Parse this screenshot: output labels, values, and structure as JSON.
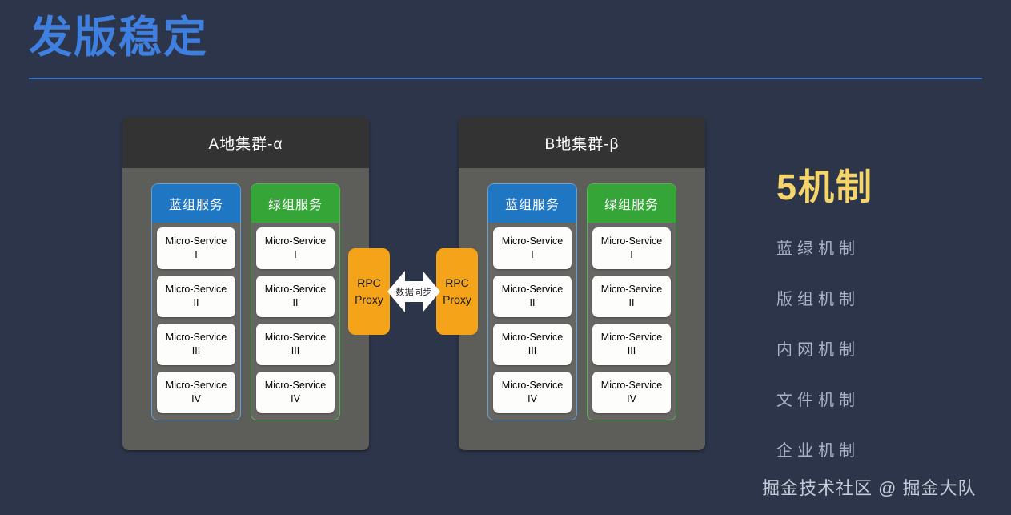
{
  "slide": {
    "title": "发版稳定",
    "title_color": "#3f7fe0",
    "background_color": "#2c3549",
    "footer_credit": "掘金技术社区 @ 掘金大队"
  },
  "clusters": [
    {
      "id": "cluster-a",
      "name": "A地集群-α",
      "groups": [
        {
          "name": "蓝组服务",
          "color": "#1f77c4",
          "services": [
            {
              "name": "Micro-Service",
              "index": "I"
            },
            {
              "name": "Micro-Service",
              "index": "II"
            },
            {
              "name": "Micro-Service",
              "index": "III"
            },
            {
              "name": "Micro-Service",
              "index": "IV"
            }
          ]
        },
        {
          "name": "绿组服务",
          "color": "#35a537",
          "services": [
            {
              "name": "Micro-Service",
              "index": "I"
            },
            {
              "name": "Micro-Service",
              "index": "II"
            },
            {
              "name": "Micro-Service",
              "index": "III"
            },
            {
              "name": "Micro-Service",
              "index": "IV"
            }
          ]
        }
      ]
    },
    {
      "id": "cluster-b",
      "name": "B地集群-β",
      "groups": [
        {
          "name": "蓝组服务",
          "color": "#1f77c4",
          "services": [
            {
              "name": "Micro-Service",
              "index": "I"
            },
            {
              "name": "Micro-Service",
              "index": "II"
            },
            {
              "name": "Micro-Service",
              "index": "III"
            },
            {
              "name": "Micro-Service",
              "index": "IV"
            }
          ]
        },
        {
          "name": "绿组服务",
          "color": "#35a537",
          "services": [
            {
              "name": "Micro-Service",
              "index": "I"
            },
            {
              "name": "Micro-Service",
              "index": "II"
            },
            {
              "name": "Micro-Service",
              "index": "III"
            },
            {
              "name": "Micro-Service",
              "index": "IV"
            }
          ]
        }
      ]
    }
  ],
  "sync": {
    "proxy_line1": "RPC",
    "proxy_line2": "Proxy",
    "proxy_color": "#f5a318",
    "arrow_label": "数据同步",
    "arrow_icon": "double-arrow-icon"
  },
  "mechanisms": {
    "title": "5机制",
    "title_color": "#f5d46a",
    "items": [
      "蓝绿机制",
      "版组机制",
      "内网机制",
      "文件机制",
      "企业机制"
    ]
  }
}
